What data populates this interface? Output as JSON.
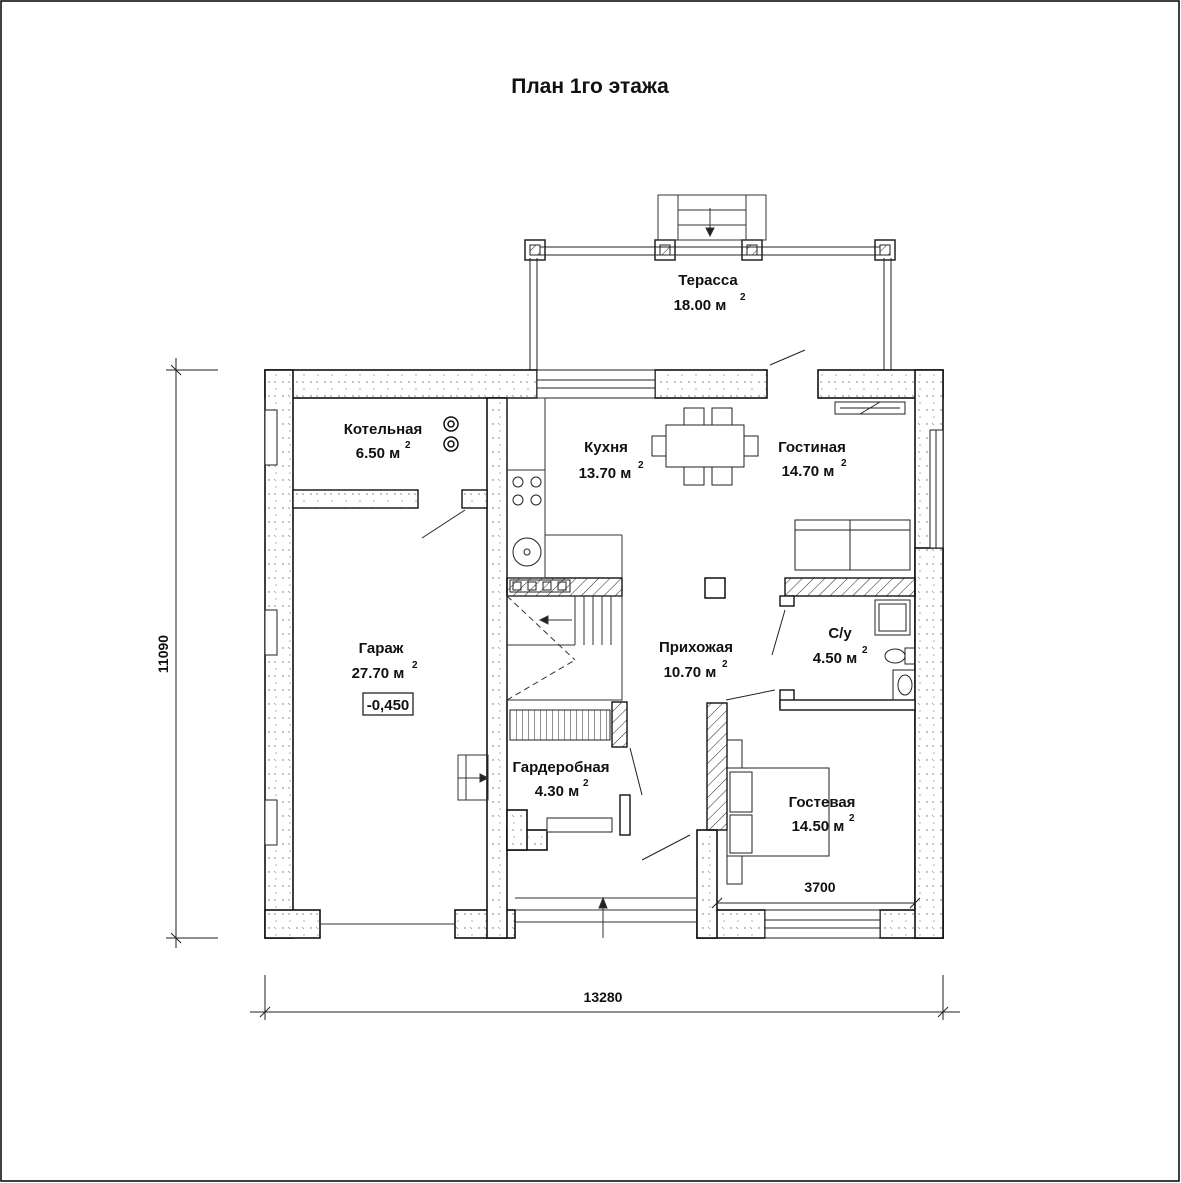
{
  "title": "План 1го этажа",
  "rooms": [
    {
      "id": "terrace",
      "name": "Терасса",
      "area": "18.00 м",
      "unit_sup": "2"
    },
    {
      "id": "boiler",
      "name": "Котельная",
      "area": "6.50 м",
      "unit_sup": "2"
    },
    {
      "id": "kitchen",
      "name": "Кухня",
      "area": "13.70 м",
      "unit_sup": "2"
    },
    {
      "id": "living",
      "name": "Гостиная",
      "area": "14.70 м",
      "unit_sup": "2"
    },
    {
      "id": "garage",
      "name": "Гараж",
      "area": "27.70 м",
      "unit_sup": "2"
    },
    {
      "id": "hall",
      "name": "Прихожая",
      "area": "10.70 м",
      "unit_sup": "2"
    },
    {
      "id": "wc",
      "name": "С/у",
      "area": "4.50 м",
      "unit_sup": "2"
    },
    {
      "id": "wardrobe",
      "name": "Гардеробная",
      "area": "4.30 м",
      "unit_sup": "2"
    },
    {
      "id": "guest",
      "name": "Гостевая",
      "area": "14.50 м",
      "unit_sup": "2"
    }
  ],
  "garage_level": "-0,450",
  "dimensions": {
    "width": "13280",
    "height": "11090",
    "guest_width": "3700"
  }
}
